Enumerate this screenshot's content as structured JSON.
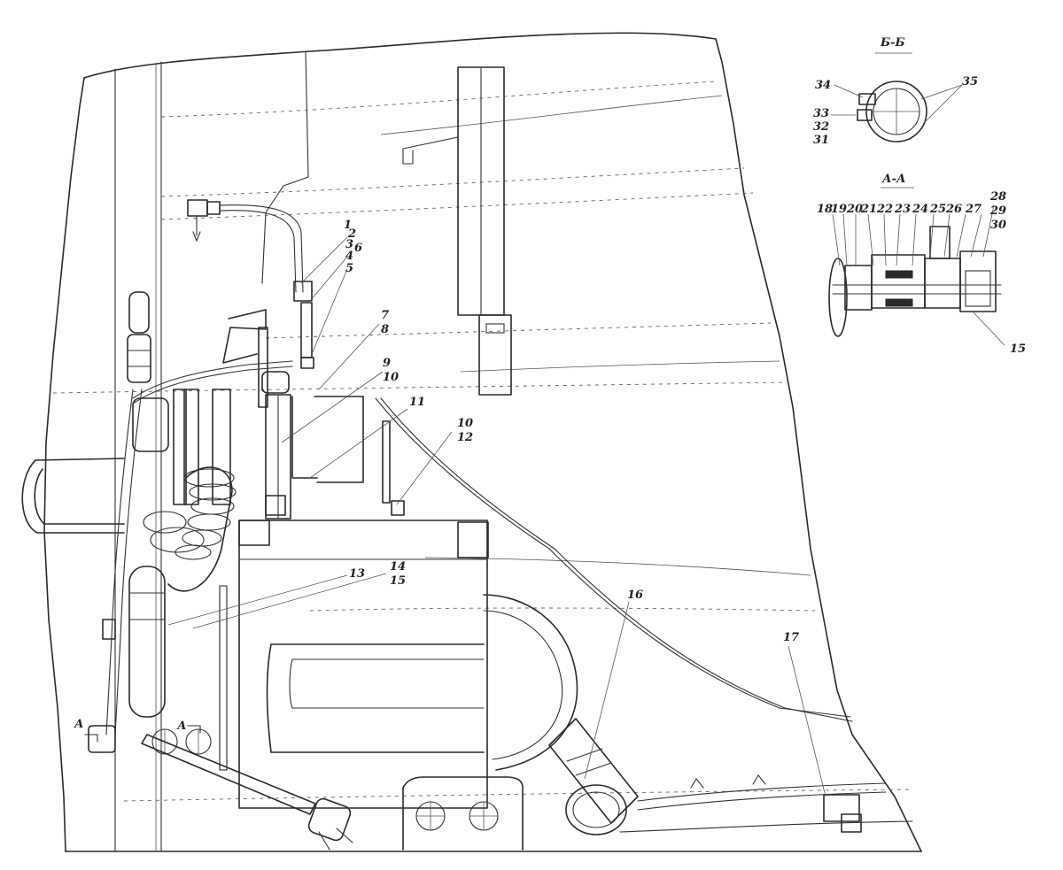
{
  "section_titles": {
    "b_b": "Б-Б",
    "a_a": "А-А"
  },
  "section_markers": {
    "a_left": "А",
    "a_right": "А"
  },
  "callouts": {
    "c1": "1",
    "c2": "2",
    "c3": "3",
    "c4": "4",
    "c5": "5",
    "c6": "6",
    "c7": "7",
    "c8": "8",
    "c9": "9",
    "c10a": "10",
    "c11": "11",
    "c10b": "10",
    "c12": "12",
    "c13": "13",
    "c14": "14",
    "c15": "15",
    "c16": "16",
    "c17": "17",
    "c18": "18",
    "c19": "19",
    "c20": "20",
    "c21": "21",
    "c22": "22",
    "c23": "23",
    "c24": "24",
    "c25": "25",
    "c26": "26",
    "c27": "27",
    "c28": "28",
    "c29": "29",
    "c30": "30",
    "c31": "31",
    "c32": "32",
    "c33": "33",
    "c34": "34",
    "c35": "35",
    "c15b": "15"
  }
}
